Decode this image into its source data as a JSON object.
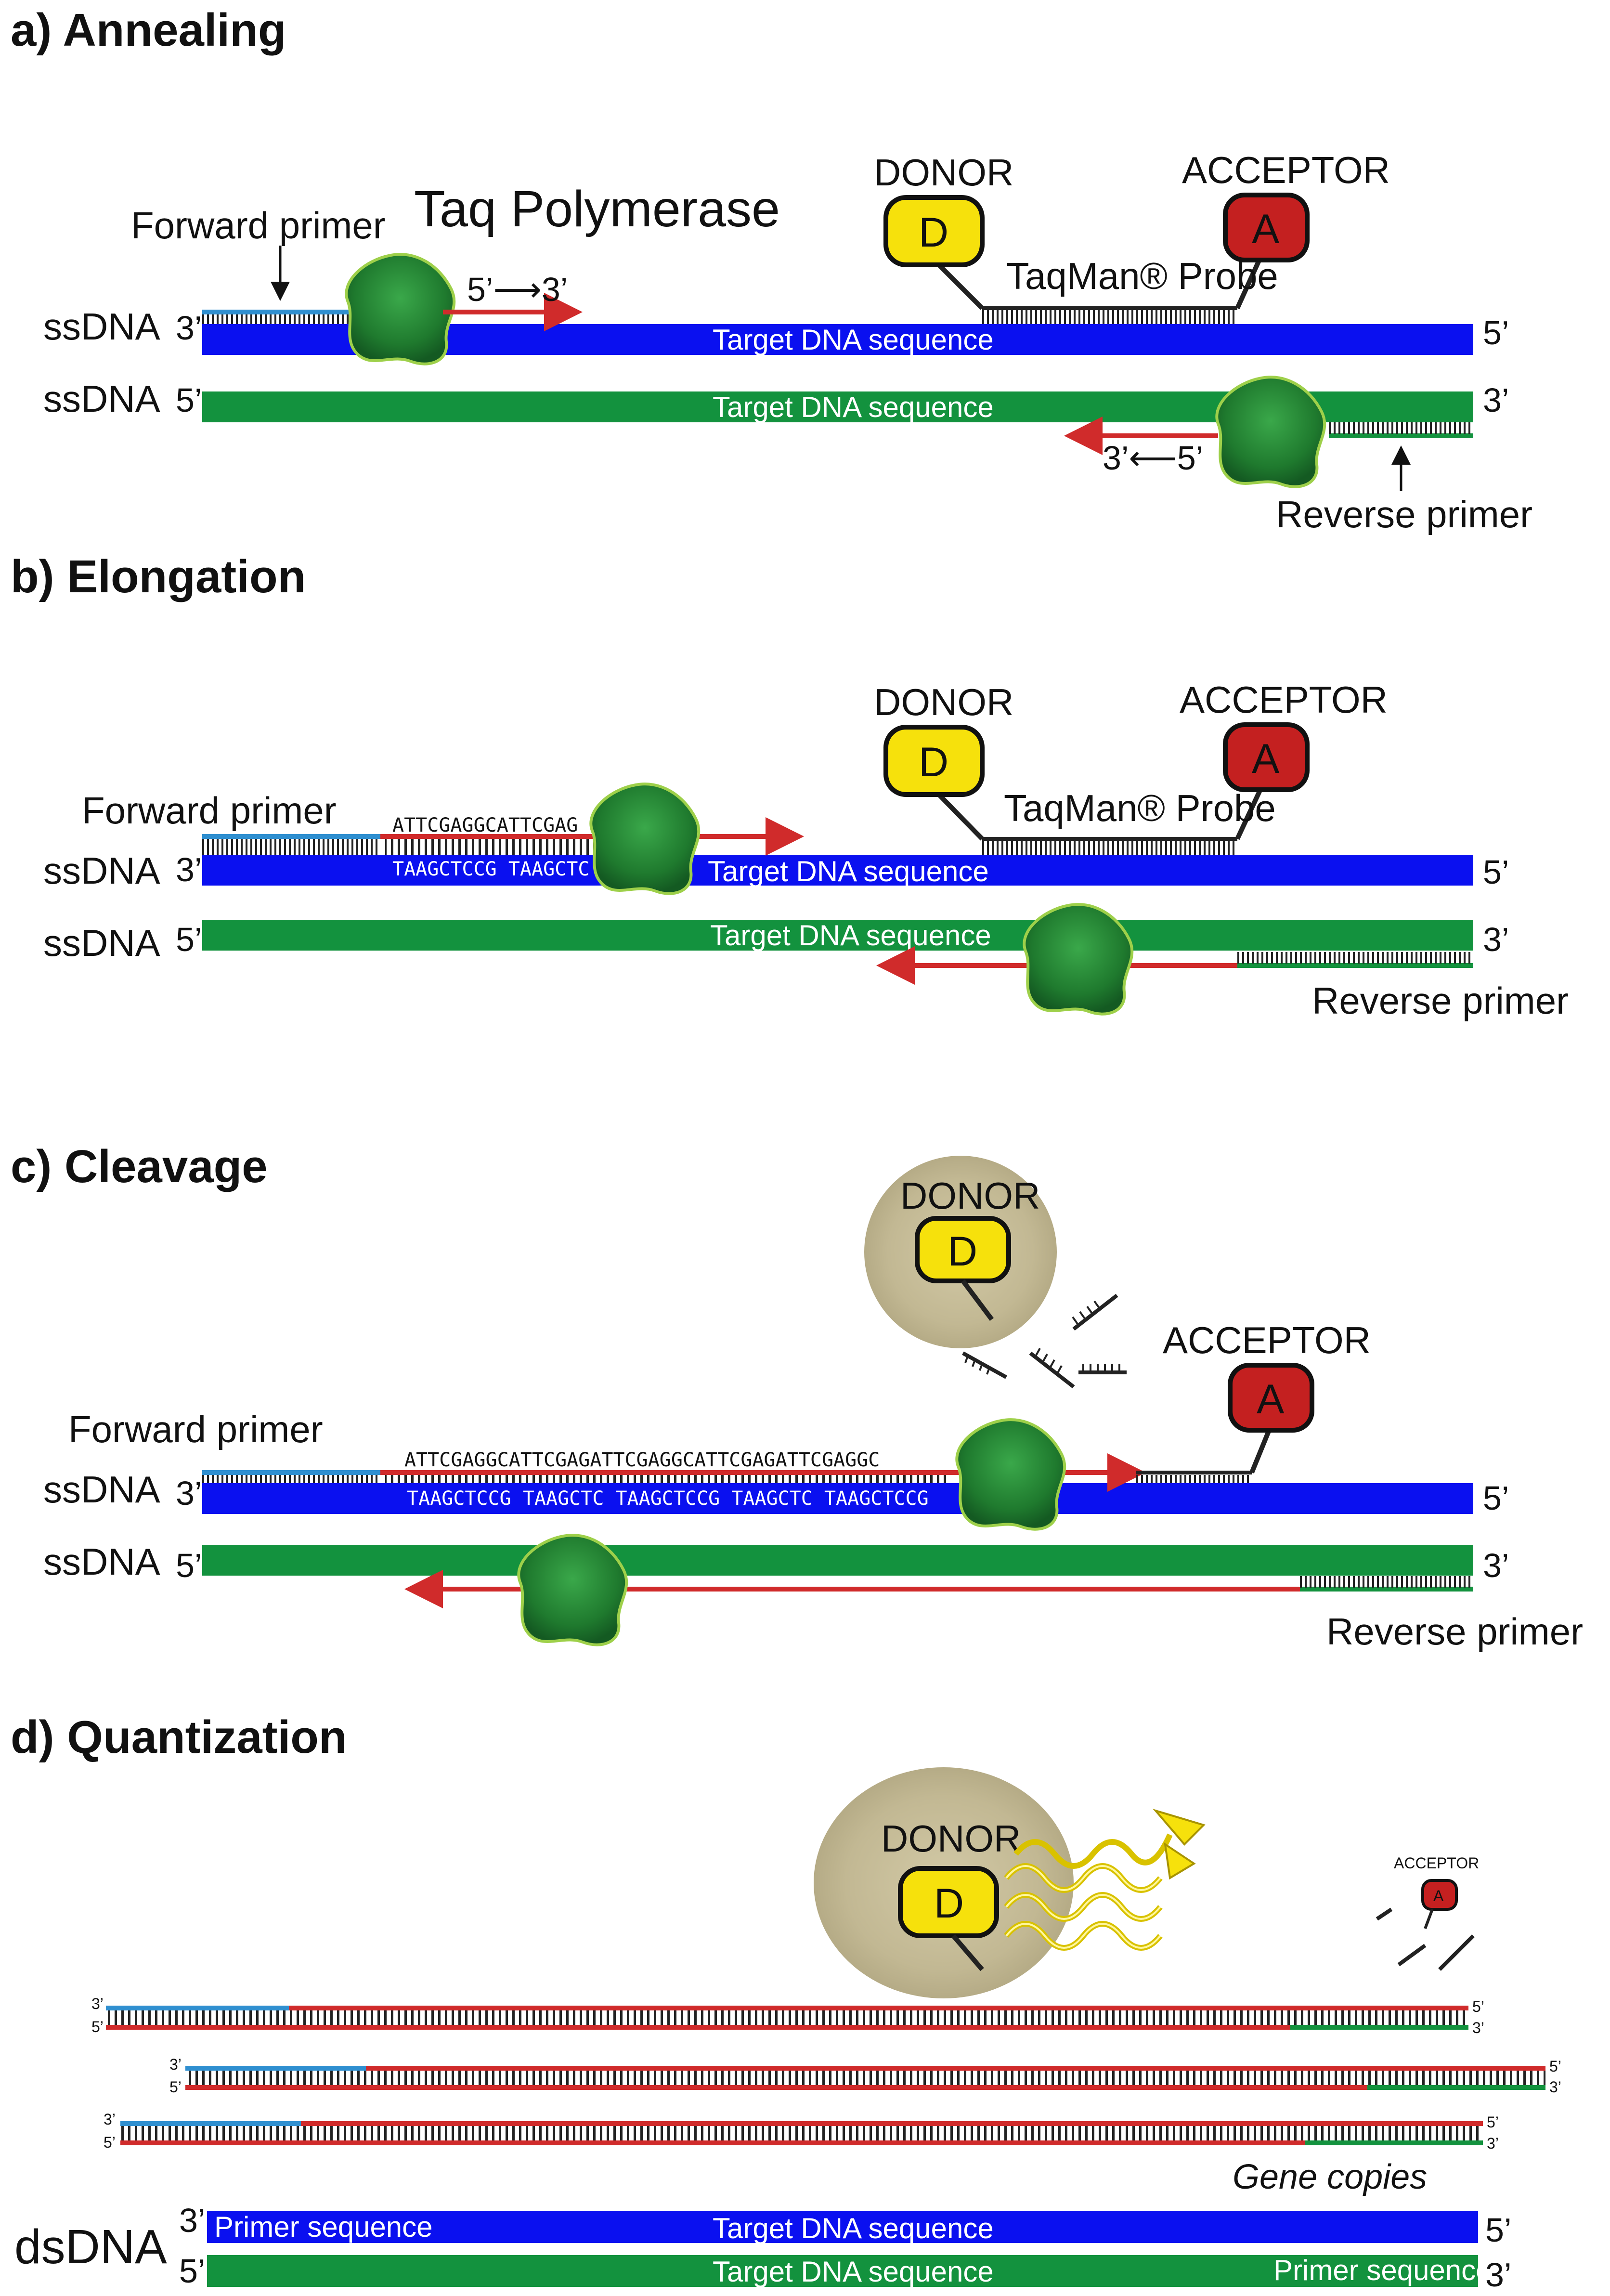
{
  "sections": {
    "a": "a) Annealing",
    "b": "b) Elongation",
    "c": "c) Cleavage",
    "d": "d) Quantization"
  },
  "labels": {
    "ssdna": "ssDNA",
    "dsdna": "dsDNA",
    "forward_primer": "Forward primer",
    "reverse_primer": "Reverse primer",
    "taq_polymerase": "Taq Polymerase",
    "donor": "DONOR",
    "acceptor": "ACCEPTOR",
    "donor_letter": "D",
    "acceptor_letter": "A",
    "probe": "TaqMan® Probe",
    "target": "Target DNA sequence",
    "primer_sequence": "Primer sequence",
    "gene_copies": "Gene copies",
    "five_prime": "5’",
    "three_prime": "3’",
    "dir_forward": "5’⟶3’",
    "dir_reverse": "3’⟵5’"
  },
  "sequences": {
    "b_top": "ATTCGAGGCATTCGAG",
    "b_bottom": "TAAGCTCCG TAAGCTC",
    "c_top": "ATTCGAGGCATTCGAGATTCGAGGCATTCGAGATTCGAGGC",
    "c_bottom": "TAAGCTCCG TAAGCTC TAAGCTCCG TAAGCTC TAAGCTCCG"
  },
  "colors": {
    "blue_strand": "#0a10f0",
    "green_strand": "#13923e",
    "primer_blue": "#2f8fd0",
    "new_strand_red": "#d02b2b",
    "donor_yellow": "#f6e10c",
    "acceptor_red": "#c42020",
    "polymerase_green": "#2f8f2f",
    "glow": "#c6bd9c"
  }
}
